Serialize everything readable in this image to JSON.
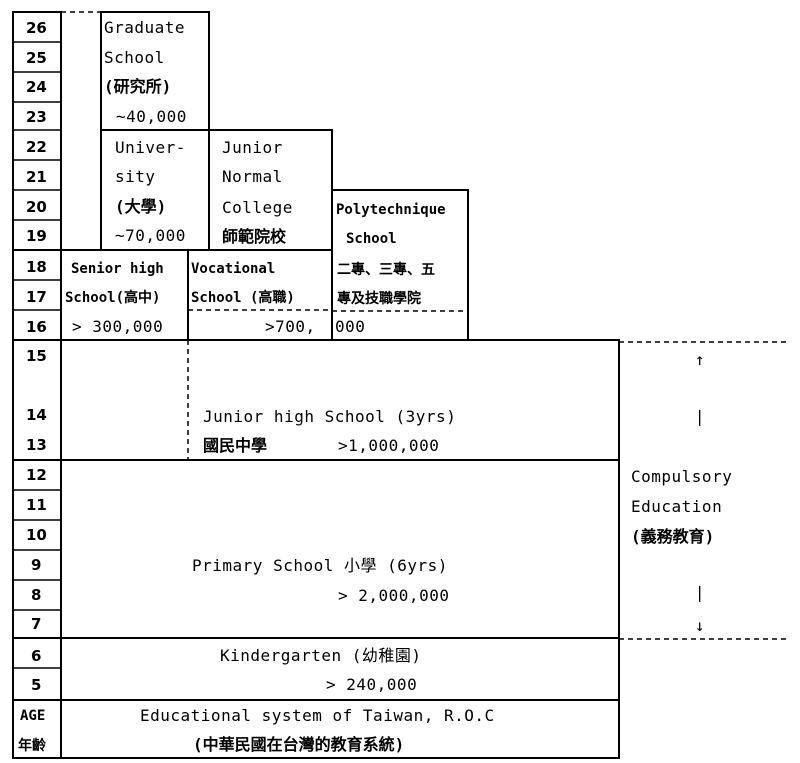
{
  "ages": [
    "26",
    "25",
    "24",
    "23",
    "22",
    "21",
    "20",
    "19",
    "18",
    "17",
    "16",
    "15",
    "14",
    "13",
    "12",
    "11",
    "10",
    "9",
    "8",
    "7",
    "6",
    "5"
  ],
  "age_header": [
    "AGE",
    "年齡"
  ],
  "graduate": {
    "lines": [
      "Graduate",
      "School",
      "(研究所)",
      "~40,000"
    ]
  },
  "university": {
    "lines": [
      "Univer-",
      "sity",
      "(大學)",
      "~70,000"
    ]
  },
  "junior_normal": {
    "lines": [
      "Junior",
      "Normal",
      "College",
      "師範院校"
    ]
  },
  "polytechnique": {
    "lines": [
      "Polytechnique",
      "School",
      "二專、三專、五",
      "專及技職學院"
    ]
  },
  "senior_high": {
    "lines": [
      "Senior high",
      "School(高中)",
      "> 300,000"
    ]
  },
  "vocational": {
    "lines": [
      "Vocational",
      "School (高職)",
      ">700,",
      "000"
    ]
  },
  "junior_high": {
    "lines": [
      "Junior high School (3yrs)",
      "國民中學",
      ">1,000,000"
    ]
  },
  "primary": {
    "lines": [
      "Primary School 小學 (6yrs)",
      "> 2,000,000"
    ]
  },
  "kindergarten": {
    "lines": [
      "Kindergarten (幼稚園)",
      "> 240,000"
    ]
  },
  "caption": {
    "lines": [
      "Educational system of Taiwan, R.O.C",
      "(中華民國在台灣的教育系統)"
    ]
  },
  "compulsory": {
    "lines": [
      "Compulsory",
      "Education",
      "(義務教育)"
    ],
    "arrow_up": "↑",
    "arrow_down": "↓",
    "bar": "|"
  }
}
